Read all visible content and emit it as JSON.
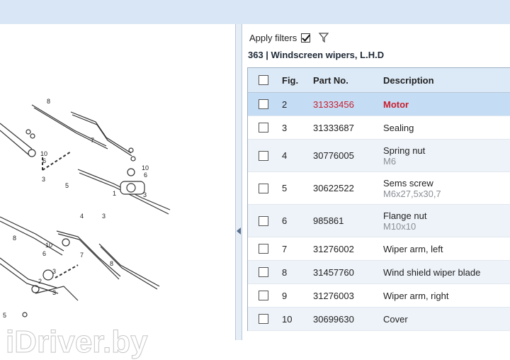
{
  "filters": {
    "apply_label": "Apply filters",
    "apply_checked": true,
    "icon": "funnel-icon"
  },
  "section": {
    "title": "363  |  Windscreen wipers, L.H.D"
  },
  "table": {
    "headers": {
      "fig": "Fig.",
      "part_no": "Part No.",
      "description": "Description"
    },
    "rows": [
      {
        "fig": "2",
        "part_no": "31333456",
        "description": "Motor",
        "detail": "",
        "selected": true
      },
      {
        "fig": "3",
        "part_no": "31333687",
        "description": "Sealing",
        "detail": ""
      },
      {
        "fig": "4",
        "part_no": "30776005",
        "description": "Spring nut",
        "detail": "M6"
      },
      {
        "fig": "5",
        "part_no": "30622522",
        "description": "Sems screw",
        "detail": "M6x27,5x30,7"
      },
      {
        "fig": "6",
        "part_no": "985861",
        "description": "Flange nut",
        "detail": "M10x10"
      },
      {
        "fig": "7",
        "part_no": "31276002",
        "description": "Wiper arm, left",
        "detail": ""
      },
      {
        "fig": "8",
        "part_no": "31457760",
        "description": "Wind shield wiper blade",
        "detail": ""
      },
      {
        "fig": "9",
        "part_no": "31276003",
        "description": "Wiper arm, right",
        "detail": ""
      },
      {
        "fig": "10",
        "part_no": "30699630",
        "description": "Cover",
        "detail": ""
      }
    ]
  },
  "diagram": {
    "callouts_upper": [
      "8",
      "7",
      "10",
      "6",
      "10",
      "6",
      "3",
      "5",
      "1",
      "3",
      "4",
      "3"
    ],
    "callouts_lower": [
      "8",
      "10",
      "6",
      "7",
      "8",
      "2",
      "3",
      "5",
      "3"
    ]
  },
  "watermark": "iDriver.by",
  "colors": {
    "accent_red": "#c8202f",
    "header_bg": "#dce9f6",
    "selected_bg": "#c4dcf4",
    "topbar": "#d9e6f5"
  }
}
